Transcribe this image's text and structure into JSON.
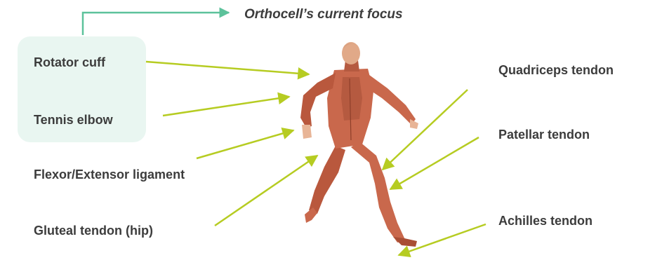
{
  "legend": {
    "text": "Orthocell’s current focus"
  },
  "labels": {
    "rotator_cuff": "Rotator cuff",
    "tennis_elbow": "Tennis elbow",
    "flexor_extensor": "Flexor/Extensor ligament",
    "gluteal": "Gluteal tendon (hip)",
    "quadriceps": "Quadriceps tendon",
    "patellar": "Patellar tendon",
    "achilles": "Achilles tendon"
  },
  "colors": {
    "focus_box": "#e9f6f1",
    "legend_arrow": "#5cc29b",
    "pointer_arrow": "#b6cc22",
    "text": "#3c3c3c",
    "muscle": "#c9684c",
    "muscle_dark": "#9e4630",
    "skin": "#e8b597"
  },
  "image": {
    "subject": "running-man-muscle-anatomy-figure"
  }
}
